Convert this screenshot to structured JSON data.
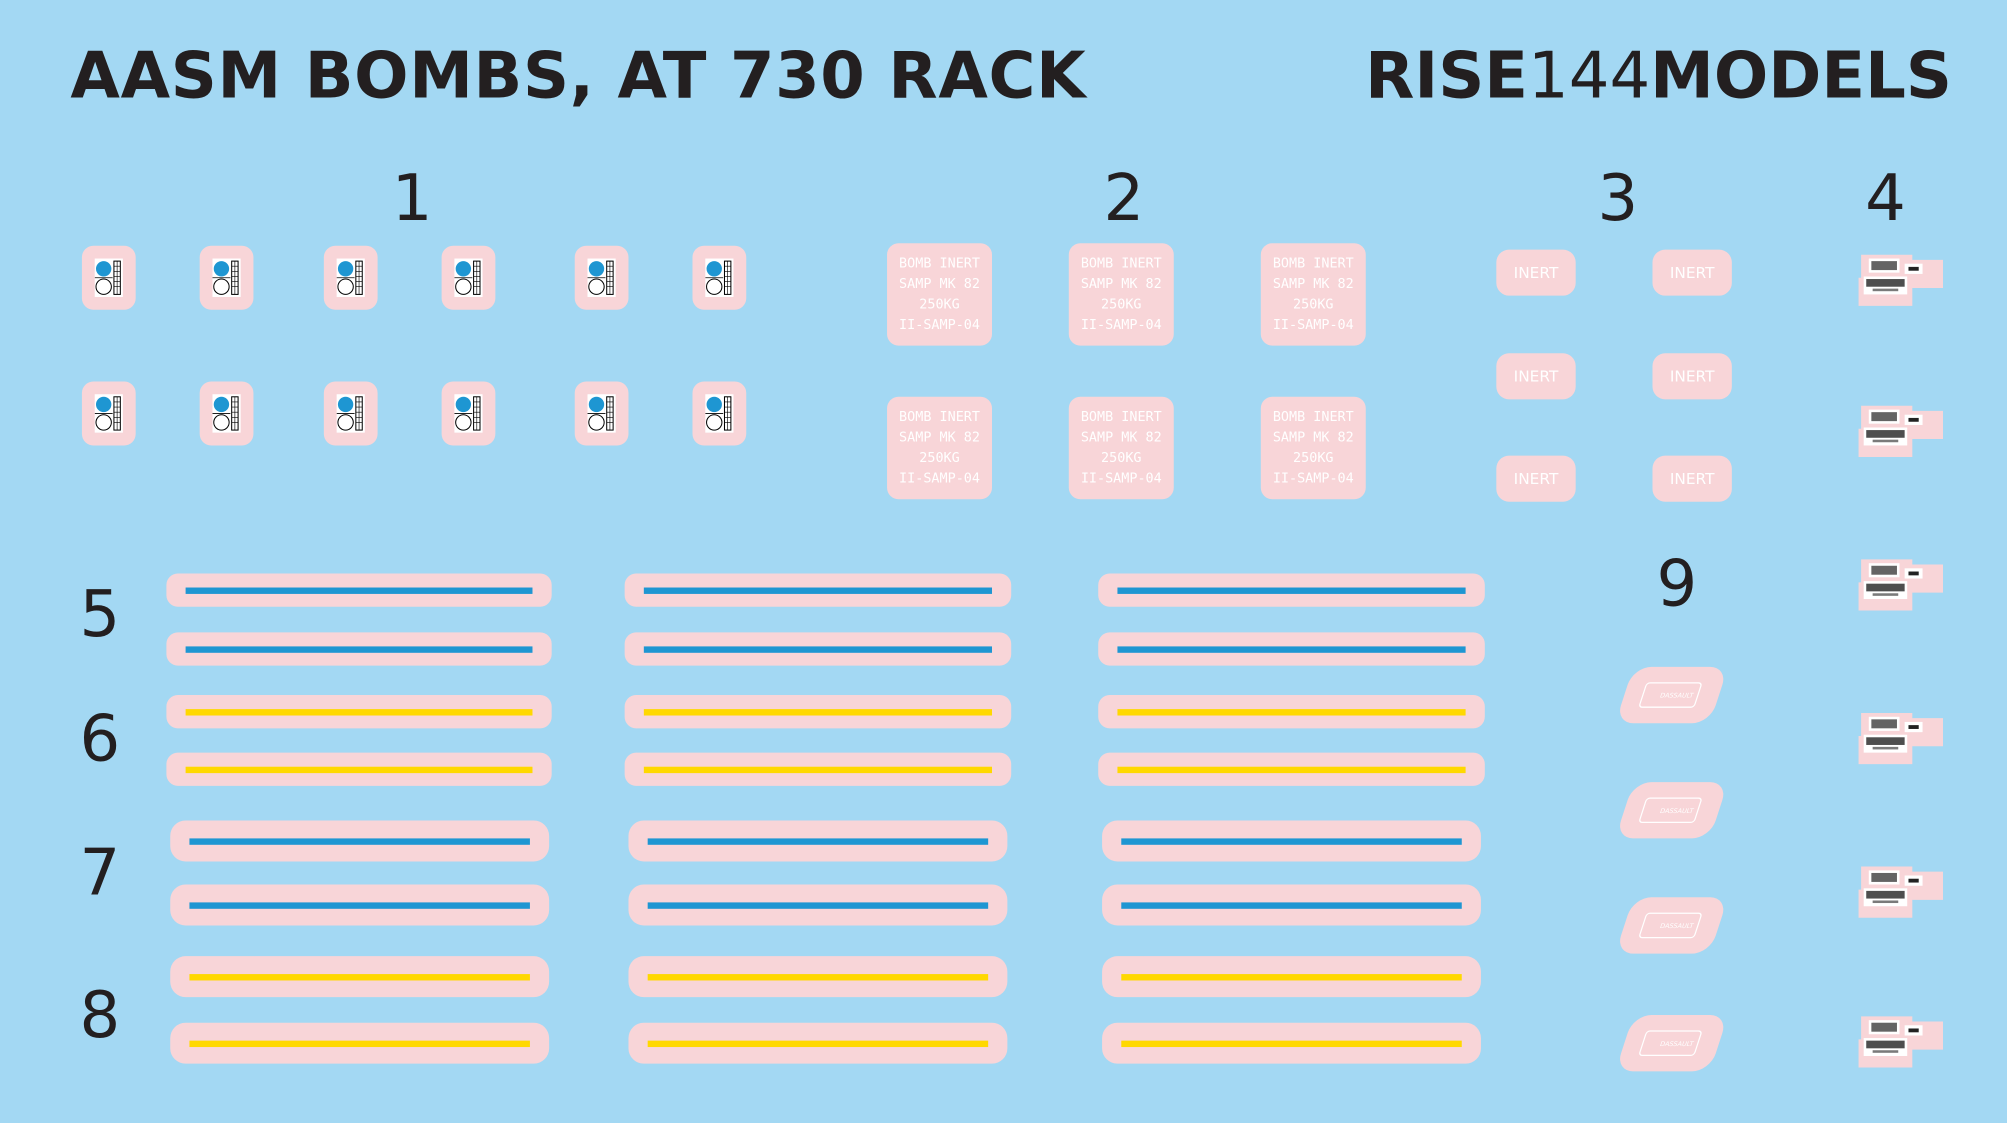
{
  "header": {
    "title": "AASM BOMBS, AT 730 RACK",
    "brand_bold_1": "RISE",
    "brand_light": "144",
    "brand_bold_2": "MODELS"
  },
  "colors": {
    "background": "#a3d8f3",
    "decal_film": "#f8d5d8",
    "stripe_blue": "#1e96d2",
    "stripe_yellow": "#ffd800",
    "text": "#231f20"
  },
  "sets": {
    "set1": {
      "label": "1",
      "count": 12,
      "icon": "aasm-badge-icon"
    },
    "set2": {
      "label": "2",
      "lines": [
        "BOMB INERT",
        "SAMP MK 82",
        "250KG",
        "II-SAMP-04"
      ],
      "count": 6
    },
    "set3": {
      "label": "3",
      "text": "INERT",
      "count": 6
    },
    "set4": {
      "label": "4",
      "count": 6,
      "icon": "stencil-data-icon"
    },
    "set5": {
      "label": "5",
      "color": "blue"
    },
    "set6": {
      "label": "6",
      "color": "yellow"
    },
    "set7": {
      "label": "7",
      "color": "blue"
    },
    "set8": {
      "label": "8",
      "color": "yellow"
    },
    "set9": {
      "label": "9",
      "text": "DASSAULT",
      "count": 4,
      "icon": "dassault-logo-icon"
    }
  }
}
